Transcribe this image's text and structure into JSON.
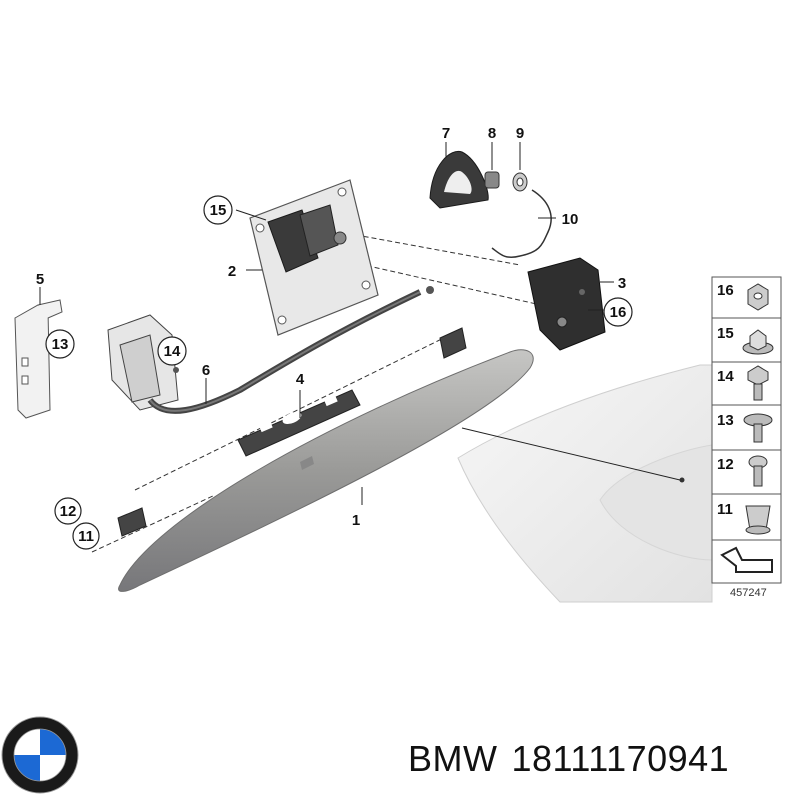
{
  "diagram": {
    "callouts": [
      "1",
      "2",
      "3",
      "4",
      "5",
      "6",
      "7",
      "8",
      "9",
      "10",
      "11",
      "12",
      "13",
      "14",
      "15",
      "16"
    ],
    "legend": {
      "items": [
        "16",
        "15",
        "14",
        "13",
        "12",
        "11"
      ],
      "part_code": "457247"
    }
  },
  "caption": {
    "brand": "BMW",
    "part_number": "18111170941"
  },
  "colors": {
    "trim": "#9a9a98",
    "dark_part": "#3a3a3a",
    "body_panel": "#eeeeee",
    "bmw_blue": "#1c69d4"
  },
  "icons": [
    "bmw-logo-icon",
    "arrow-symbol-icon"
  ]
}
